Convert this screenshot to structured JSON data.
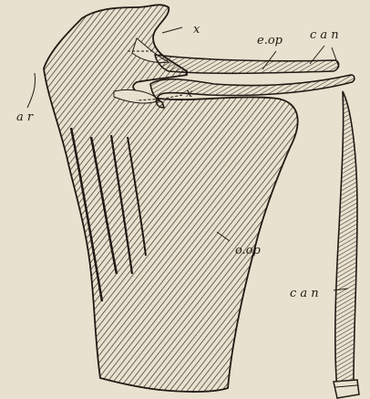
{
  "figure": {
    "background_color": "#e9e1cf",
    "ink_color": "#1f1a14",
    "labels": {
      "ar": "a r",
      "x_upper": "x",
      "x_lower": "x",
      "eop": "e.op",
      "can_top": "c a n",
      "oop": "o.op",
      "can_right": "c a n"
    }
  }
}
